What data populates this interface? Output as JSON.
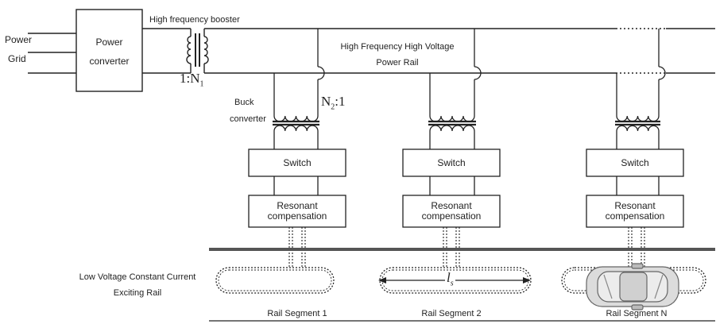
{
  "labels": {
    "power": "Power",
    "grid": "Grid",
    "power_converter_line1": "Power",
    "power_converter_line2": "converter",
    "booster": "High frequency booster",
    "ratio1": "1:N",
    "ratio1_sub": "1",
    "rail_line1": "High Frequency High Voltage",
    "rail_line2": "Power  Rail",
    "buck_line1": "Buck",
    "buck_line2": "converter",
    "ratio2": "N",
    "ratio2_sub": "2",
    "ratio2_tail": ":1",
    "exciting_line1": "Low Voltage Constant Current",
    "exciting_line2": "Exciting Rail",
    "segment_length": "l",
    "segment_length_sub": "s"
  },
  "branches": [
    {
      "switch": "Switch",
      "resonant_line1": "Resonant",
      "resonant_line2": "compensation",
      "segment": "Rail Segment 1"
    },
    {
      "switch": "Switch",
      "resonant_line1": "Resonant",
      "resonant_line2": "compensation",
      "segment": "Rail Segment 2"
    },
    {
      "switch": "Switch",
      "resonant_line1": "Resonant",
      "resonant_line2": "compensation",
      "segment": "Rail Segment N"
    }
  ]
}
